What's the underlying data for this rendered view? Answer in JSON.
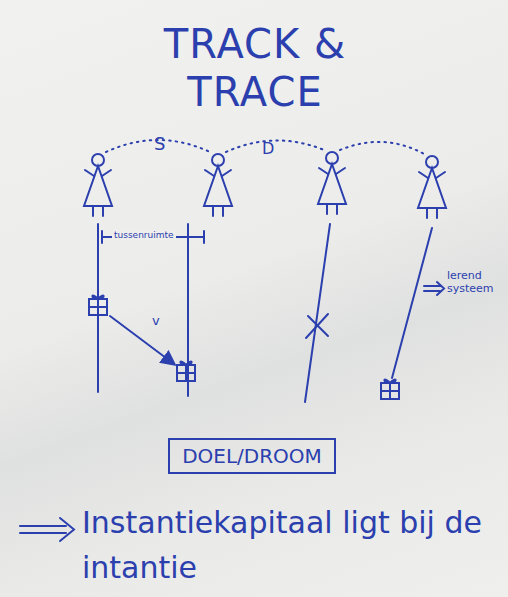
{
  "diagram": {
    "title": "TRACK & TRACE",
    "nodes": [
      {
        "text": [
          "DOEL/DROOM"
        ]
      }
    ],
    "labels": [
      "S",
      "D",
      "tussenruimte",
      "v",
      "lerend systeem",
      "Instantiekapitaal ligt bij de intantie"
    ]
  }
}
